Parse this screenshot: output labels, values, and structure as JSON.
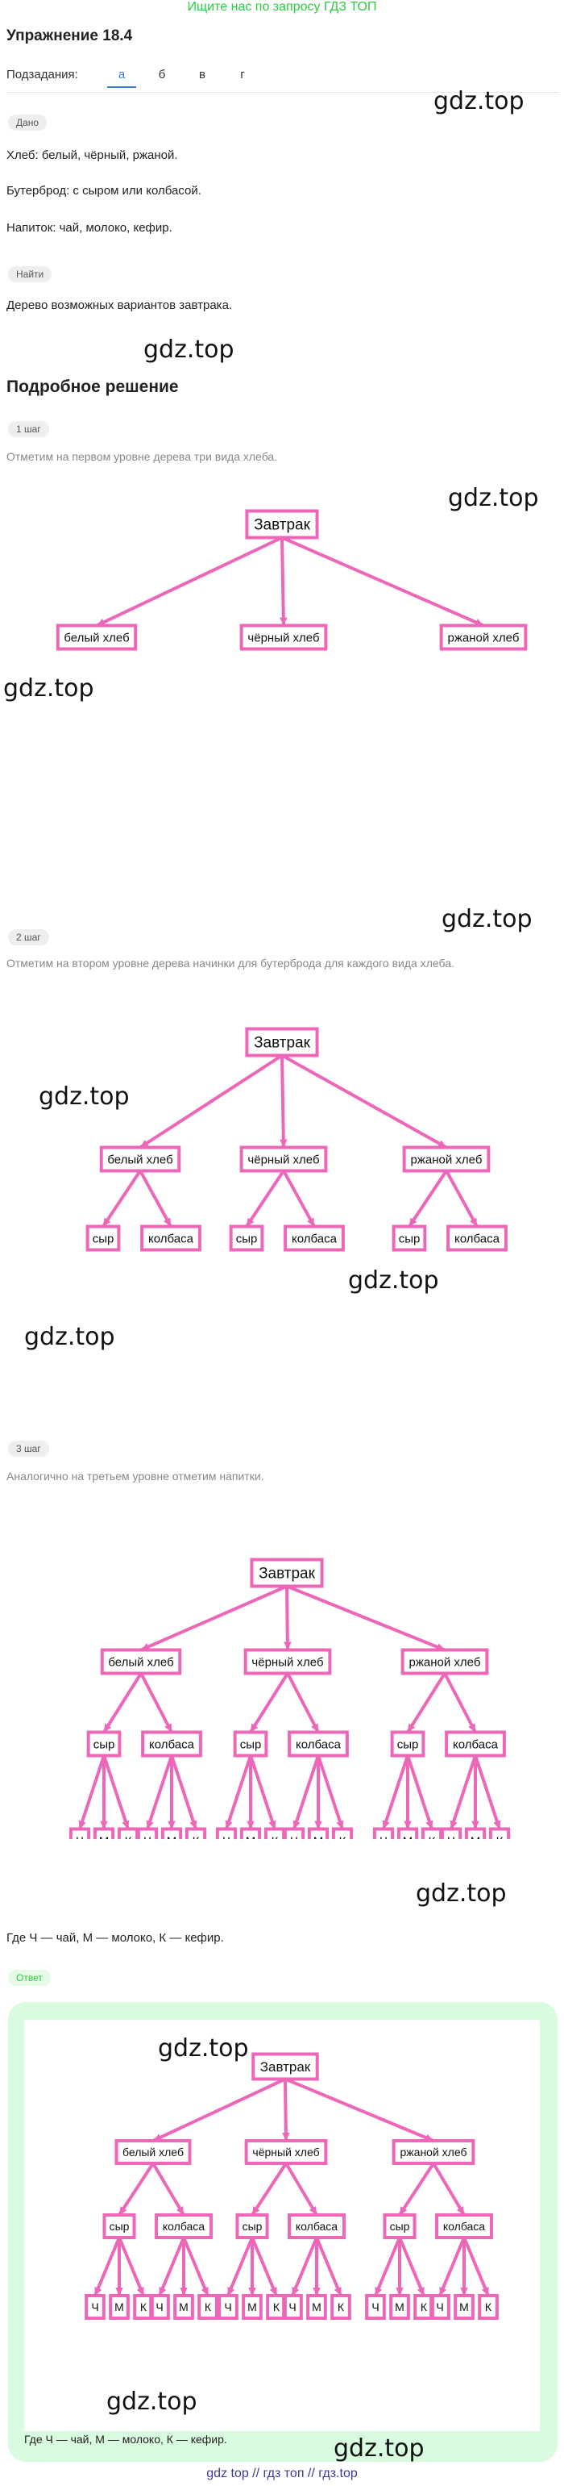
{
  "banner": "Ищите нас по запросу ГДЗ ТОП",
  "title": "Упражнение 18.4",
  "subtasks": {
    "label": "Подзадания:",
    "tabs": [
      "а",
      "б",
      "в",
      "г"
    ]
  },
  "given": {
    "pill": "Дано",
    "lines": [
      "Хлеб: белый, чёрный, ржаной.",
      "Бутерброд: с сыром или колбасой.",
      "Напиток: чай, молоко, кефир."
    ]
  },
  "find": {
    "pill": "Найти",
    "text": "Дерево возможных вариантов завтрака."
  },
  "watermark": "gdz.top",
  "solution_heading": "Подробное решение",
  "steps": [
    {
      "pill": "1 шаг",
      "text": "Отметим на первом уровне дерева три вида хлеба."
    },
    {
      "pill": "2 шаг",
      "text": "Отметим на втором уровне дерева начинки для бутерброда для каждого вида хлеба."
    },
    {
      "pill": "3 шаг",
      "text": "Аналогично на третьем уровне отметим напитки."
    }
  ],
  "tree": {
    "root": "Завтрак",
    "breads": [
      "белый хлеб",
      "чёрный хлеб",
      "ржаной хлеб"
    ],
    "fillings": [
      "сыр",
      "колбаса"
    ],
    "drinks": [
      "Ч",
      "М",
      "К"
    ]
  },
  "legend_note": "Где Ч — чай, М — молоко, К — кефир.",
  "answer_pill": "Ответ",
  "footer": "gdz top  //  гдз топ  //  гдз.top",
  "colors": {
    "tree": "#ee66b8",
    "banner": "#2ecc40",
    "active_tab": "#3a7bd5",
    "answer_bg": "#d9fbe0"
  }
}
